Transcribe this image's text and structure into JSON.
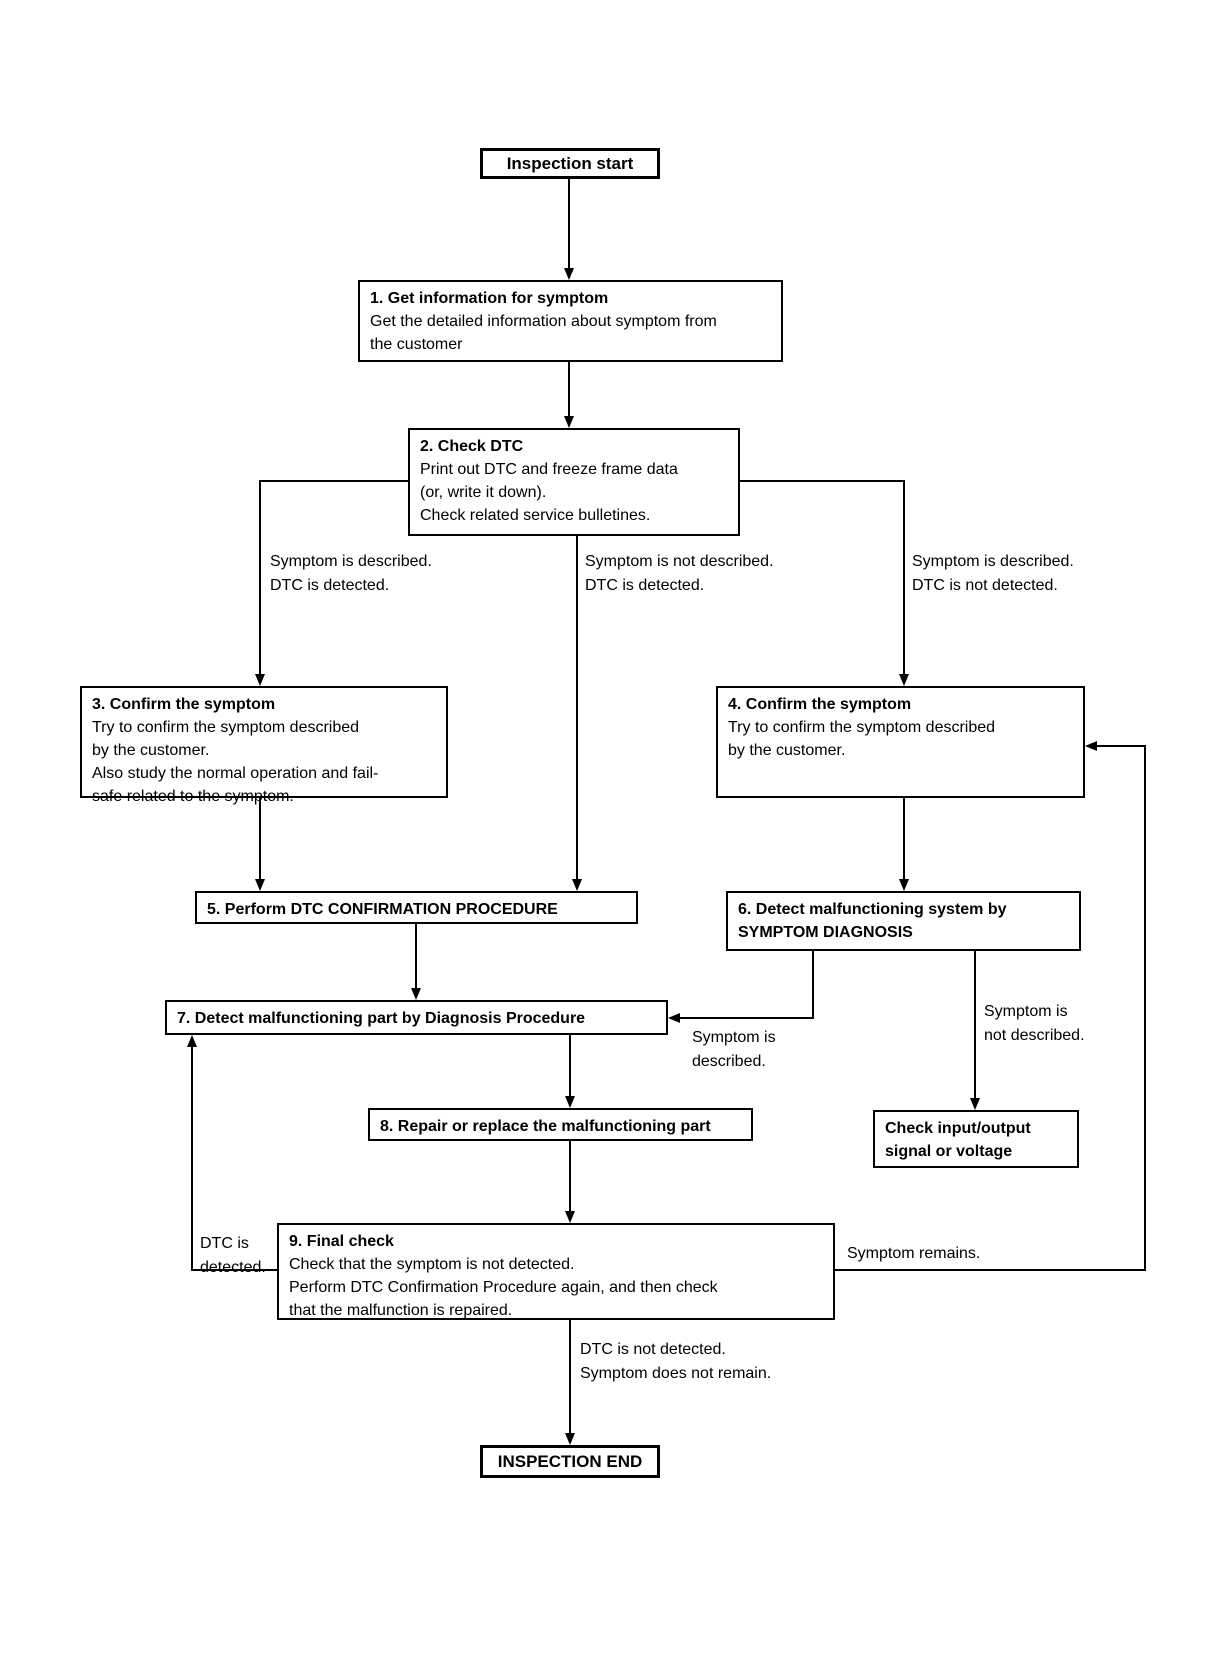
{
  "colors": {
    "ink": "#000000",
    "paper": "#ffffff"
  },
  "nodes": {
    "start": {
      "label": "Inspection start"
    },
    "step1": {
      "title": "1. Get information for symptom",
      "lines": [
        "Get the detailed information about symptom from",
        "the customer"
      ]
    },
    "step2": {
      "title": "2. Check DTC",
      "lines": [
        "Print out DTC and freeze frame data",
        "(or, write it down).",
        "Check related service bulletines."
      ]
    },
    "step3": {
      "title": "3. Confirm the symptom",
      "lines": [
        "Try to confirm the symptom described",
        "by the customer.",
        "Also study the normal operation and fail-",
        "safe related to the symptom."
      ]
    },
    "step4": {
      "title": "4. Confirm the symptom",
      "lines": [
        "Try to confirm the symptom described",
        "by the customer."
      ]
    },
    "step5": {
      "title": "5. Perform DTC CONFIRMATION PROCEDURE"
    },
    "step6": {
      "title": "6. Detect malfunctioning system by",
      "title2": "SYMPTOM DIAGNOSIS"
    },
    "step7": {
      "title": "7. Detect malfunctioning part by Diagnosis Procedure"
    },
    "step8": {
      "title": "8. Repair or replace the malfunctioning part"
    },
    "check_io": {
      "title": "Check input/output",
      "title2": "signal or voltage"
    },
    "step9": {
      "title": "9. Final check",
      "lines": [
        "Check that the symptom is not detected.",
        "Perform DTC Confirmation Procedure again, and then check",
        "that the malfunction is repaired."
      ]
    },
    "end": {
      "label": "INSPECTION END"
    }
  },
  "edge_labels": {
    "branch_left": [
      "Symptom is described.",
      "DTC is detected."
    ],
    "branch_middle": [
      "Symptom is not described.",
      "DTC is detected."
    ],
    "branch_right": [
      "Symptom is described.",
      "DTC is not detected."
    ],
    "symptom_described": [
      "Symptom is",
      "described."
    ],
    "symptom_not_described": [
      "Symptom is",
      "not described."
    ],
    "dtc_detected": [
      "DTC is",
      "detected."
    ],
    "symptom_remains": "Symptom remains.",
    "inspection_end_condition": [
      "DTC is not detected.",
      "Symptom does not remain."
    ]
  }
}
